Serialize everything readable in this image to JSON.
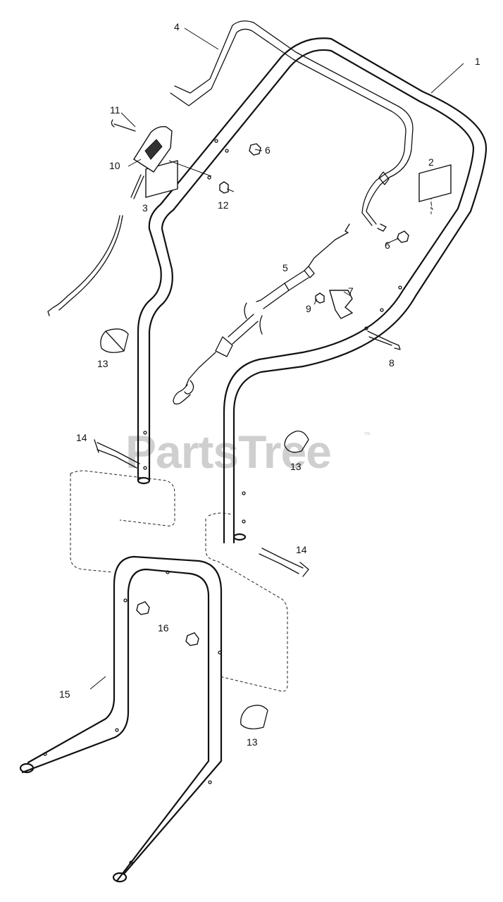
{
  "watermark": {
    "brand": "PartsTree",
    "trademark": "™"
  },
  "callouts": {
    "c1": "1",
    "c2": "2",
    "c3": "3",
    "c4": "4",
    "c5": "5",
    "c6a": "6",
    "c6b": "6",
    "c7": "7",
    "c8": "8",
    "c9": "9",
    "c10": "10",
    "c11": "11",
    "c12": "12",
    "c13a": "13",
    "c13b": "13",
    "c13c": "13",
    "c14a": "14",
    "c14b": "14",
    "c15": "15",
    "c16": "16"
  }
}
